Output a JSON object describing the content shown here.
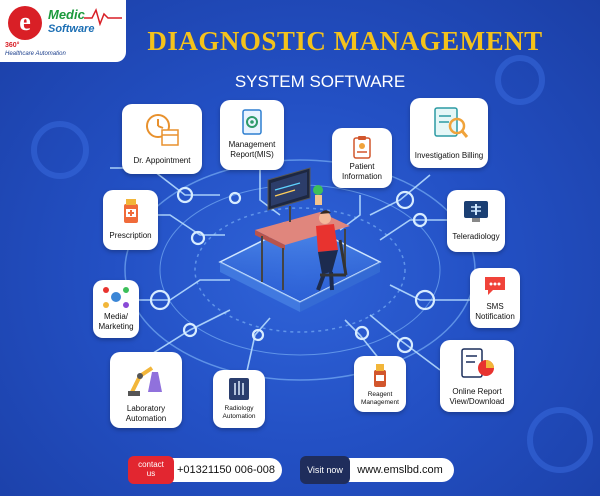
{
  "logo": {
    "letter": "e",
    "medic": "Medic",
    "software": "Software",
    "line1": "360°",
    "line2": "Healthcare Automation"
  },
  "title": "DIAGNOSTIC MANAGEMENT",
  "subtitle": "SYSTEM SOFTWARE",
  "modules": [
    {
      "label": "Dr. Appointment",
      "icon": "calendar-clock-icon"
    },
    {
      "label": "Management\nReport(MIS)",
      "icon": "report-gear-icon"
    },
    {
      "label": "Patient\nInformation",
      "icon": "clipboard-patient-icon"
    },
    {
      "label": "Investigation Billing",
      "icon": "search-document-icon"
    },
    {
      "label": "Prescription",
      "icon": "medicine-bottle-icon"
    },
    {
      "label": "Teleradiology",
      "icon": "xray-monitor-icon"
    },
    {
      "label": "Media/\nMarketing",
      "icon": "social-media-icon"
    },
    {
      "label": "SMS\nNotification",
      "icon": "chat-bubble-icon"
    },
    {
      "label": "Laboratory\nAutomation",
      "icon": "lab-robot-icon"
    },
    {
      "label": "Radiology\nAutomation",
      "icon": "xray-hand-icon"
    },
    {
      "label": "Reagent\nManagement",
      "icon": "reagent-bottle-icon"
    },
    {
      "label": "Online Report\nView/Download",
      "icon": "online-report-icon"
    }
  ],
  "footer": {
    "contact_label": "contact\nus",
    "phone": "+01321150 006-008",
    "visit_label": "Visit now",
    "website": "www.emslbd.com"
  },
  "colors": {
    "background": "#2350c4",
    "title": "#f4c21b",
    "circuit": "#9fd0ff",
    "brand_red": "#d91f26",
    "brand_green": "#1c9a3c",
    "footer_dark": "#1f2d5c"
  }
}
